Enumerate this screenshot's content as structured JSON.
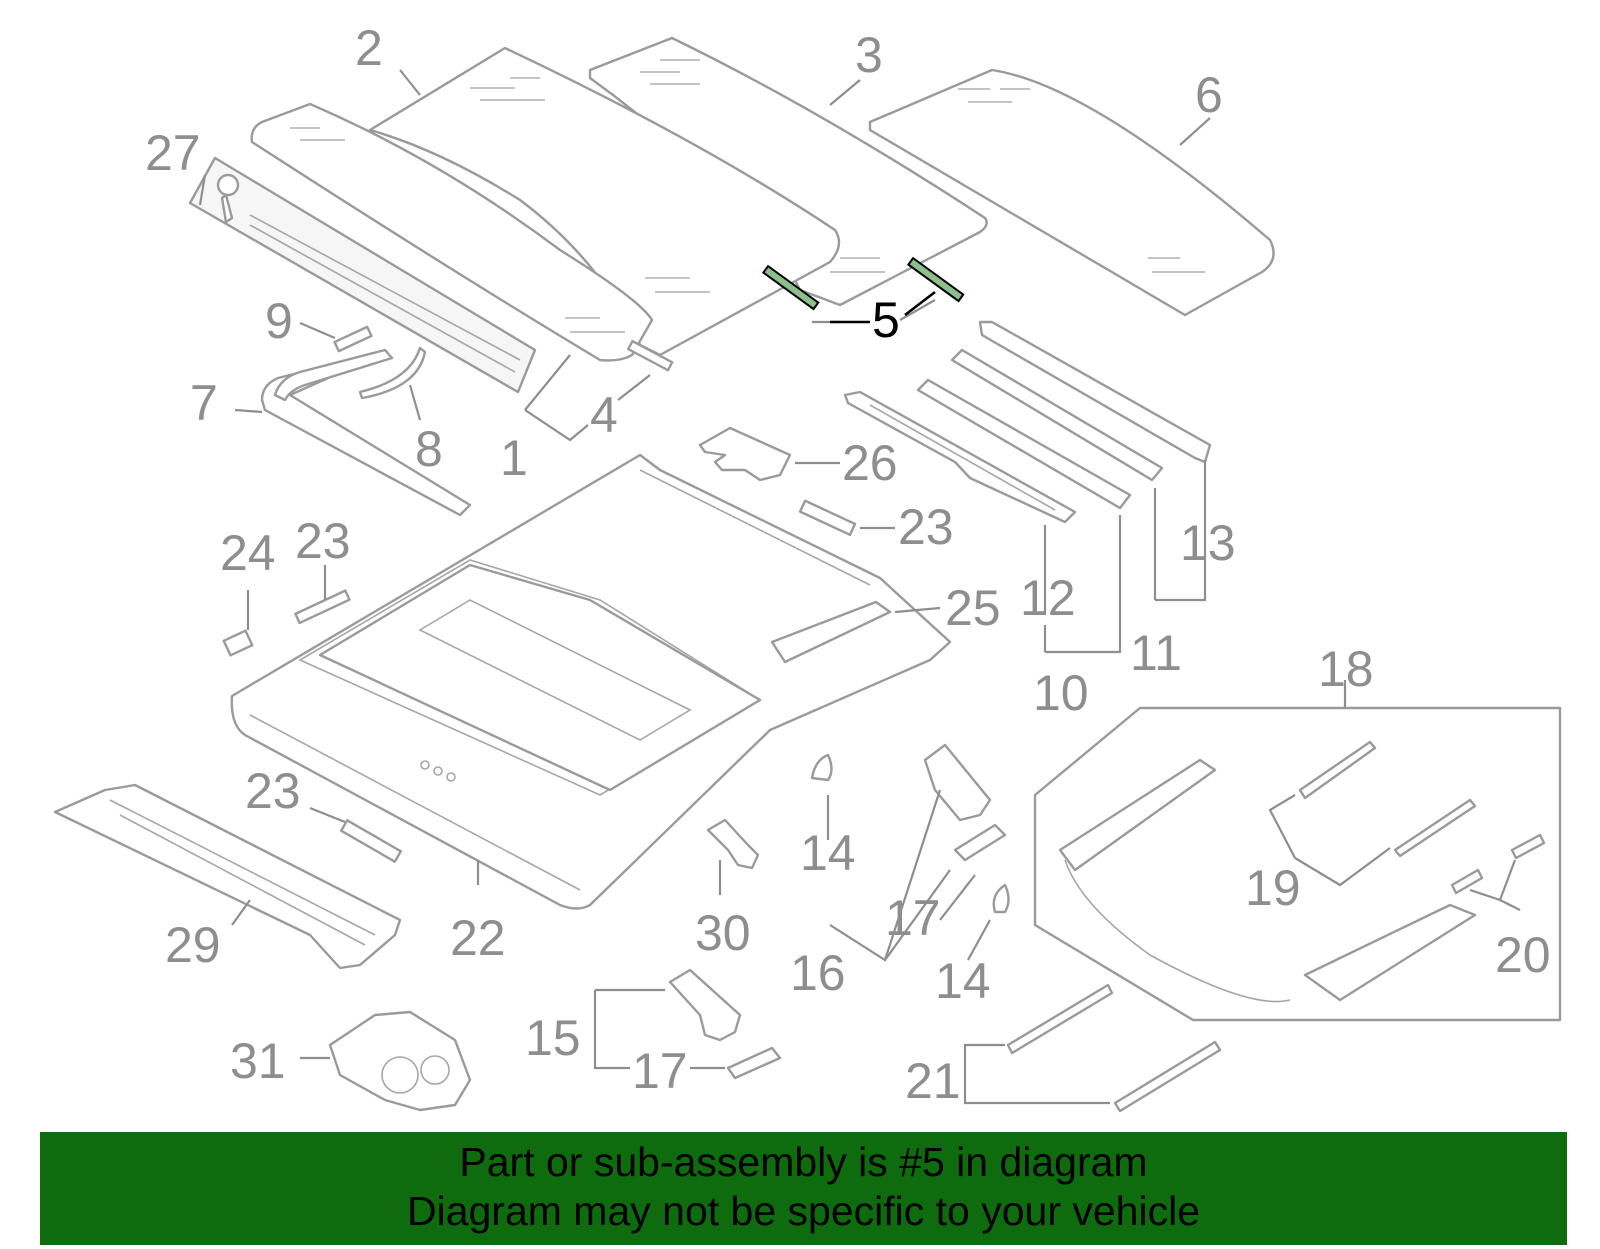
{
  "diagram": {
    "callouts": {
      "c1": "1",
      "c2": "2",
      "c3": "3",
      "c4": "4",
      "c5": "5",
      "c6": "6",
      "c7": "7",
      "c8": "8",
      "c9": "9",
      "c10": "10",
      "c11": "11",
      "c12": "12",
      "c13": "13",
      "c14a": "14",
      "c14b": "14",
      "c15": "15",
      "c16": "16",
      "c17a": "17",
      "c17b": "17",
      "c18": "18",
      "c19": "19",
      "c20": "20",
      "c21": "21",
      "c22": "22",
      "c23a": "23",
      "c23b": "23",
      "c23c": "23",
      "c24": "24",
      "c25": "25",
      "c26": "26",
      "c27": "27",
      "c29": "29",
      "c30": "30",
      "c31": "31"
    },
    "highlighted_part": "5",
    "colors": {
      "part_line": "#9a9a9a",
      "highlight": "#000000",
      "banner": "#0e6b0e"
    }
  },
  "footer": {
    "line1": "Part or sub-assembly is #5 in diagram",
    "line2": "Diagram may not be specific to your vehicle"
  }
}
